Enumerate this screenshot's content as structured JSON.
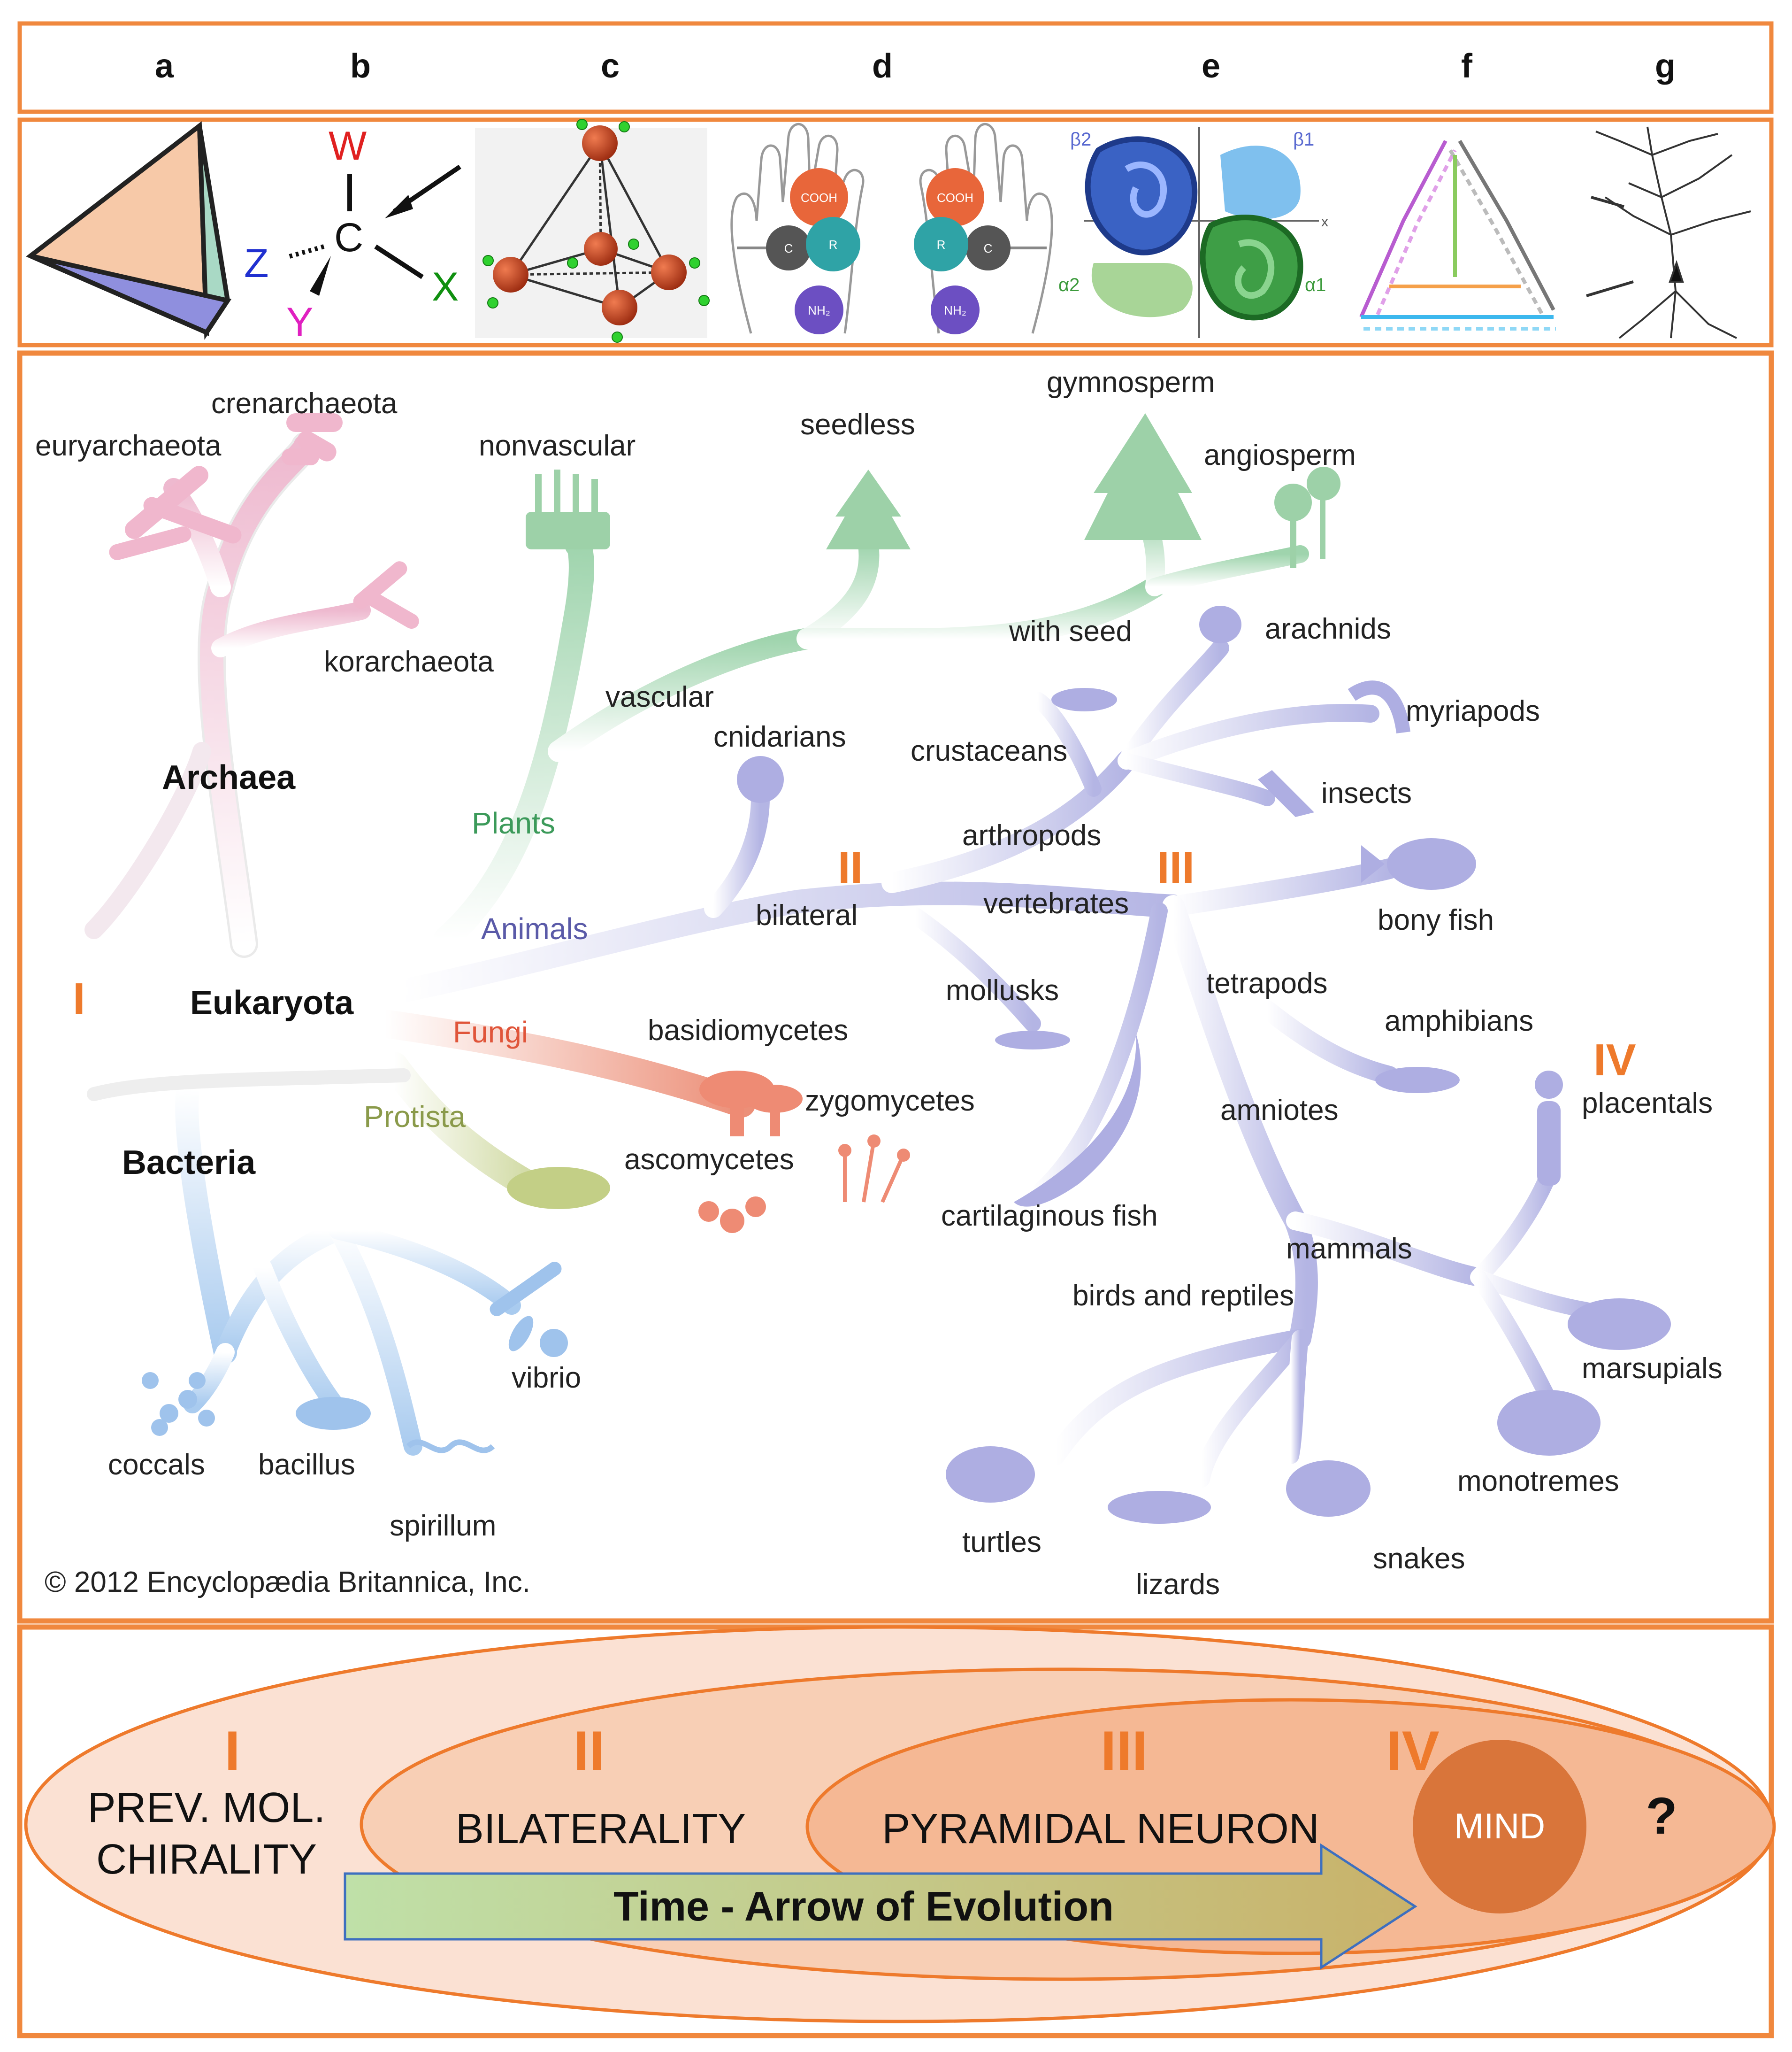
{
  "letters": [
    "a",
    "b",
    "c",
    "d",
    "e",
    "f",
    "g"
  ],
  "panel_b": {
    "w": "W",
    "c": "C",
    "z": "Z",
    "y": "Y",
    "x": "X"
  },
  "panel_d": {
    "cooh": "COOH",
    "r": "R",
    "c": "C",
    "nh": "NH₂"
  },
  "panel_e": {
    "b2": "β2",
    "b1": "β1",
    "a2": "α2",
    "a1": "α1",
    "x": "x"
  },
  "colors": {
    "frame": "#f0883e",
    "roman": "#ee7a2c",
    "archaea": "#e9b6cb",
    "plants": "#9ad0a6",
    "animals": "#b7b8e6",
    "fungi": "#e8876e",
    "protista": "#c9d6a0",
    "bacteria": "#a6c8ee",
    "mind": "#d9753a",
    "arrow": "#c9c97a"
  },
  "tree": {
    "groups": {
      "archaea": "Archaea",
      "eukaryota": "Eukaryota",
      "bacteria": "Bacteria",
      "plants": "Plants",
      "animals": "Animals",
      "fungi": "Fungi",
      "protista": "Protista"
    },
    "labels": {
      "crenarchaeota": "crenarchaeota",
      "euryarchaeota": "euryarchaeota",
      "korarchaeota": "korarchaeota",
      "nonvascular": "nonvascular",
      "seedless": "seedless",
      "gymnosperm": "gymnosperm",
      "angiosperm": "angiosperm",
      "with_seed": "with seed",
      "vascular": "vascular",
      "arachnids": "arachnids",
      "myriapods": "myriapods",
      "crustaceans": "crustaceans",
      "insects": "insects",
      "cnidarians": "cnidarians",
      "arthropods": "arthropods",
      "bilateral": "bilateral",
      "vertebrates": "vertebrates",
      "bony_fish": "bony fish",
      "mollusks": "mollusks",
      "tetrapods": "tetrapods",
      "amphibians": "amphibians",
      "placentals": "placentals",
      "basidiomycetes": "basidiomycetes",
      "zygomycetes": "zygomycetes",
      "ascomycetes": "ascomycetes",
      "amniotes": "amniotes",
      "cartilaginous_fish": "cartilaginous fish",
      "mammals": "mammals",
      "birds_reptiles": "birds and reptiles",
      "marsupials": "marsupials",
      "monotremes": "monotremes",
      "turtles": "turtles",
      "lizards": "lizards",
      "snakes": "snakes",
      "coccals": "coccals",
      "bacillus": "bacillus",
      "spirillum": "spirillum",
      "vibrio": "vibrio"
    },
    "roman": {
      "i": "I",
      "ii": "II",
      "iii": "III",
      "iv": "IV"
    },
    "copyright": "© 2012 Encyclopædia Britannica, Inc."
  },
  "bottom": {
    "roman": [
      "I",
      "II",
      "III",
      "IV"
    ],
    "chirality_line1": "PREV. MOL.",
    "chirality_line2": "CHIRALITY",
    "bilaterality": "BILATERALITY",
    "pyramidal": "PYRAMIDAL NEURON",
    "mind": "MIND",
    "question": "?",
    "arrow": "Time - Arrow of Evolution"
  }
}
